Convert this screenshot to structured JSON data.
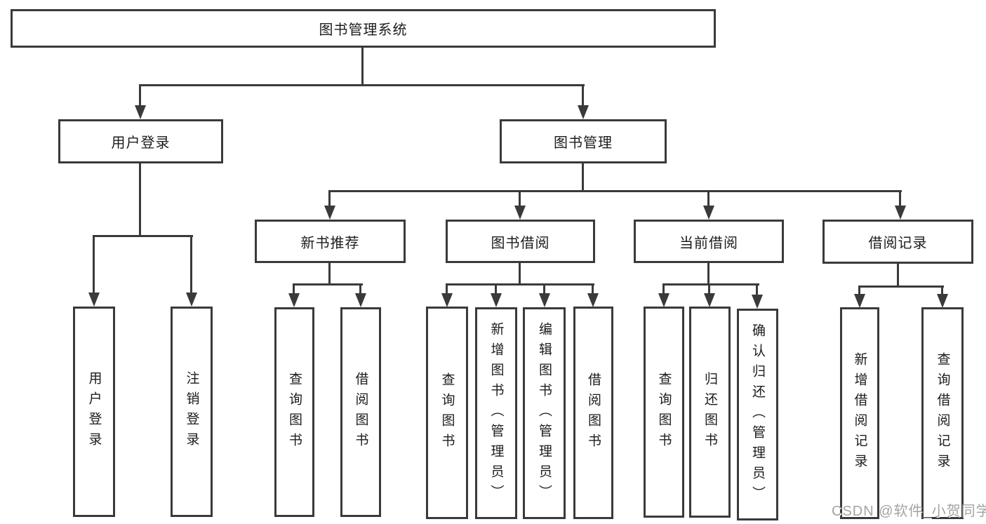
{
  "diagram": {
    "root": "图书管理系统",
    "branches": [
      {
        "label": "用户登录",
        "leaves": [
          "用户登录",
          "注销登录"
        ]
      },
      {
        "label": "图书管理",
        "sections": [
          {
            "label": "新书推荐",
            "leaves": [
              "查询图书",
              "借阅图书"
            ]
          },
          {
            "label": "图书借阅",
            "leaves": [
              "查询图书",
              "新增图书（管理员）",
              "编辑图书（管理员）",
              "借阅图书"
            ]
          },
          {
            "label": "当前借阅",
            "leaves": [
              "查询图书",
              "归还图书",
              "确认归还（管理员）"
            ]
          },
          {
            "label": "借阅记录",
            "leaves": [
              "新增借阅记录",
              "查询借阅记录"
            ]
          }
        ]
      }
    ]
  },
  "watermark": "CSDN @软件_小贺同学",
  "colors": {
    "line": "#3a3a3a",
    "text": "#1c1c1c",
    "background": "#ffffff",
    "watermark": "#9e9e9e"
  }
}
